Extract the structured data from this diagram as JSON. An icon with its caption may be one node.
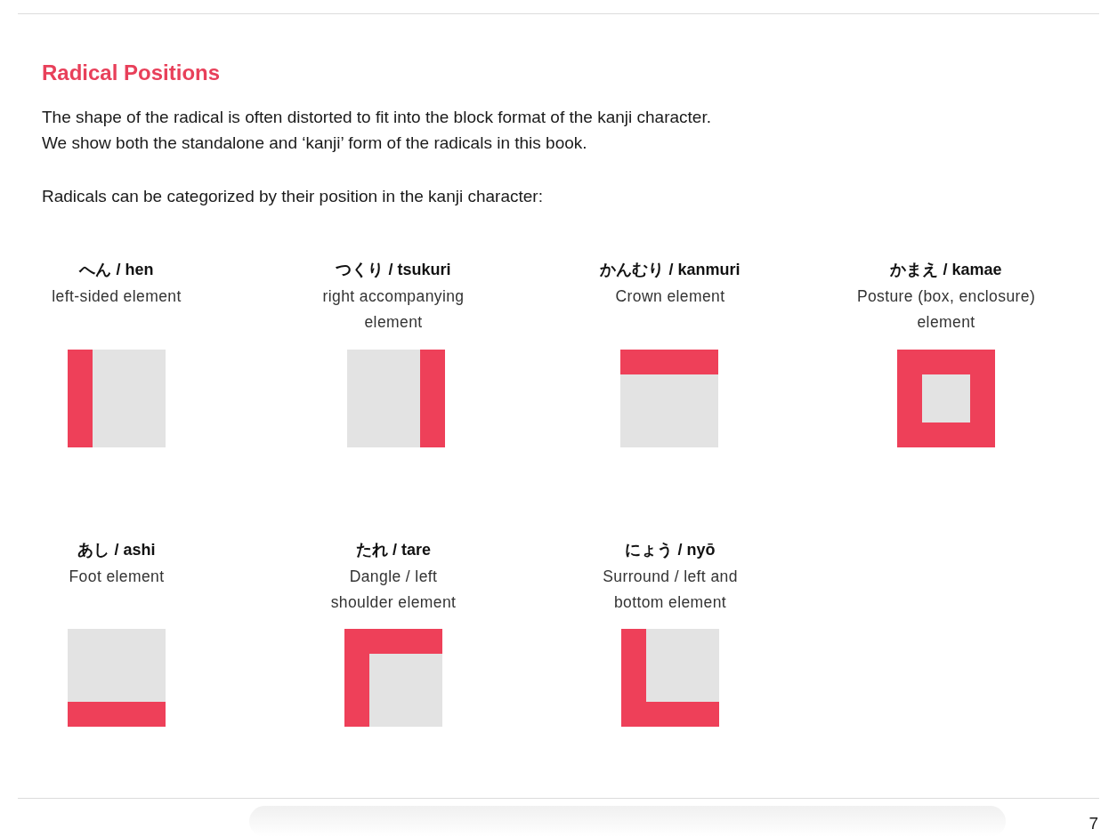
{
  "diagram": {
    "title": "Radical Positions",
    "nodes": [
      {
        "text": [
          "へん / hen",
          "left-sided element"
        ]
      },
      {
        "text": [
          "つくり / tsukuri",
          "right accompanying element"
        ]
      },
      {
        "text": [
          "かんむり / kanmuri",
          "Crown element"
        ]
      },
      {
        "text": [
          "かまえ / kamae",
          "Posture (box, enclosure) element"
        ]
      },
      {
        "text": [
          "あし / ashi",
          "Foot element"
        ]
      },
      {
        "text": [
          "たれ / tare",
          "Dangle / left shoulder element"
        ]
      },
      {
        "text": [
          "にょう / nyō",
          "Surround / left and bottom element"
        ]
      }
    ],
    "labels": [
      "The shape of the radical is often distorted to fit into the block format of the kanji character.",
      "We show both the standalone and ‘kanji’ form of the radicals in this book.",
      "Radicals can be categorized by their position in the kanji character:",
      "7"
    ]
  }
}
